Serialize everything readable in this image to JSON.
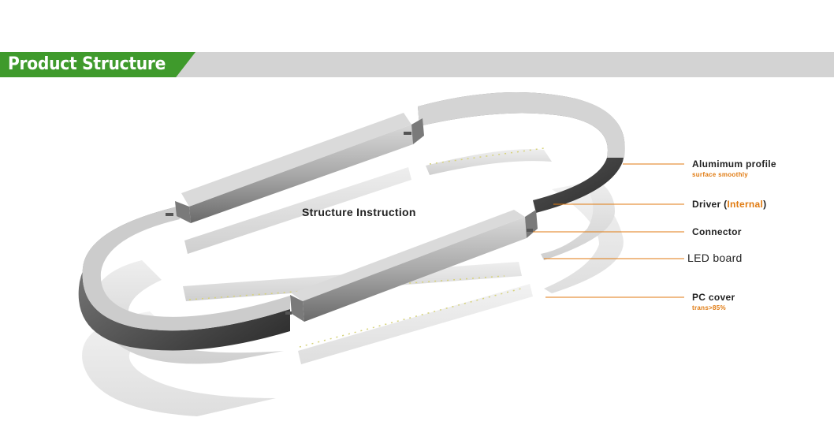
{
  "banner": {
    "title": "Product Structure"
  },
  "diagram": {
    "heading": "Structure Instruction",
    "colors": {
      "accent": "#e07a10",
      "brand_green": "#3f9a2c",
      "banner_gray": "#d3d3d3",
      "leader_line": "#e07a10"
    },
    "parts": [
      {
        "name": "Alumimum profile",
        "note": "surface smoothly"
      },
      {
        "name_prefix": "Driver (",
        "name_highlight": "Internal",
        "name_suffix": ")"
      },
      {
        "name": "Connector"
      },
      {
        "name": "LED board"
      },
      {
        "name": "PC cover",
        "note": "trans>85%"
      }
    ]
  }
}
